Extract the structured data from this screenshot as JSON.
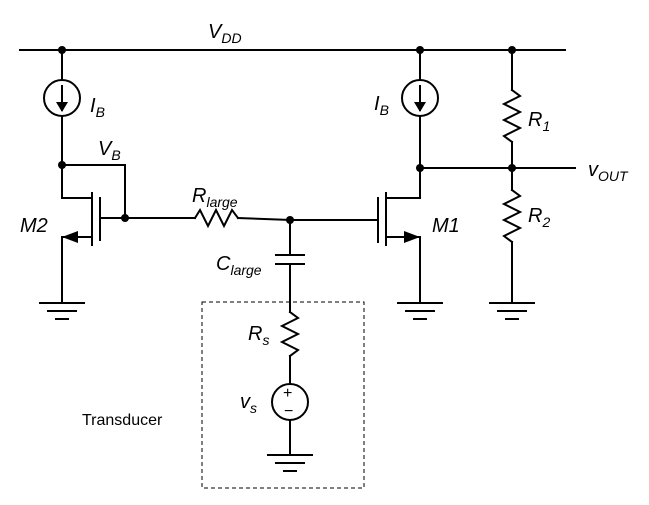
{
  "supply": {
    "label": "V",
    "sub": "DD"
  },
  "left_source": {
    "label": "I",
    "sub": "B"
  },
  "right_source": {
    "label": "I",
    "sub": "B"
  },
  "bias_node": {
    "label": "V",
    "sub": "B"
  },
  "transistor_left": {
    "label": "M2"
  },
  "transistor_right": {
    "label": "M1"
  },
  "resistor_large": {
    "label": "R",
    "sub": "large"
  },
  "capacitor_large": {
    "label": "C",
    "sub": "large"
  },
  "resistor_r1": {
    "label": "R",
    "sub": "1"
  },
  "resistor_r2": {
    "label": "R",
    "sub": "2"
  },
  "output": {
    "label": "v",
    "sub": "OUT"
  },
  "source_resistor": {
    "label": "R",
    "sub": "s"
  },
  "signal_source": {
    "label": "v",
    "sub": "s",
    "plus": "+",
    "minus": "−"
  },
  "transducer": {
    "label": "Transducer"
  }
}
